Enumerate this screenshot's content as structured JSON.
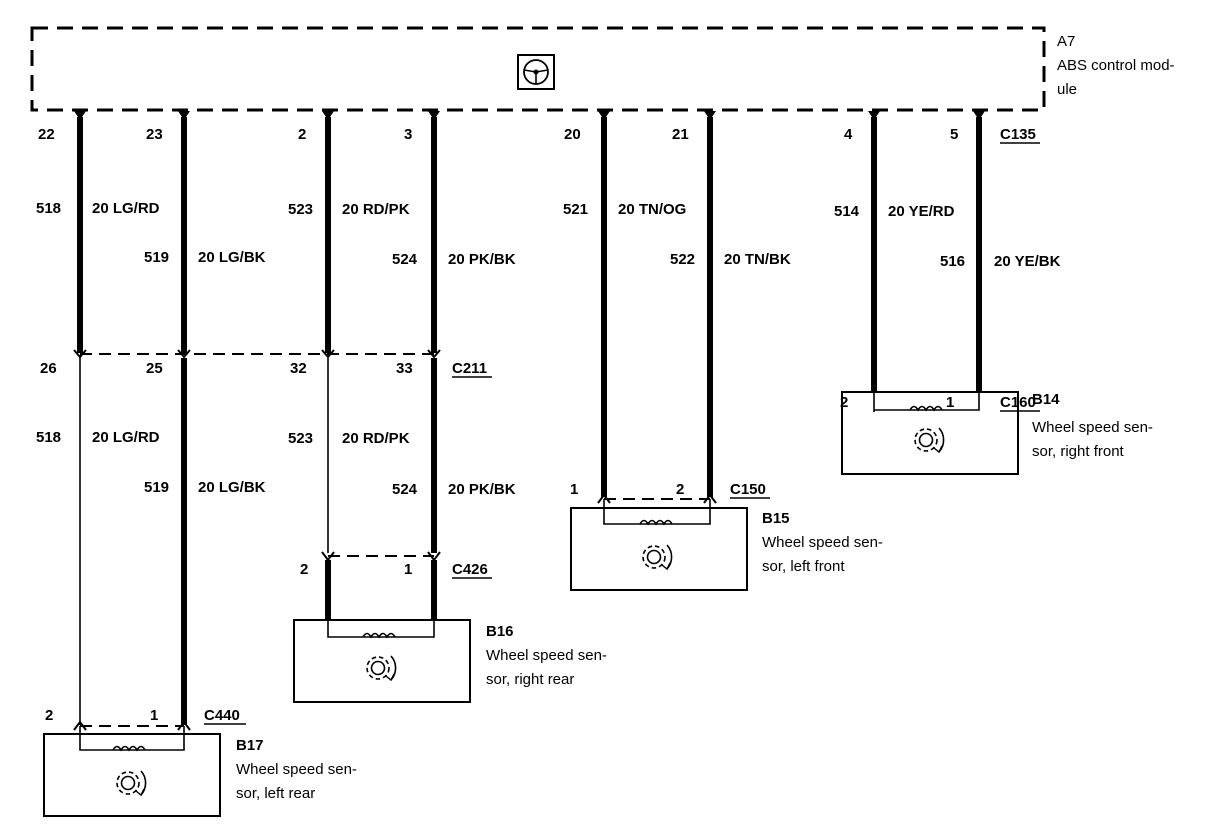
{
  "module": {
    "id": "A7",
    "name_line1": "ABS control mod-",
    "name_line2": "ule",
    "icon": "steering-wheel-icon",
    "connector": "C135"
  },
  "sensors": {
    "lr": {
      "id": "B17",
      "line1": "Wheel speed sen-",
      "line2": "sor, left rear",
      "top_pins": [
        "22",
        "23"
      ],
      "circuits": [
        {
          "num": "518",
          "label": "20 LG/RD"
        },
        {
          "num": "519",
          "label": "20 LG/BK"
        }
      ],
      "inline_connector": "",
      "inline_pins": [
        "26",
        "25"
      ],
      "circuits_lower": [
        {
          "num": "518",
          "label": "20 LG/RD"
        },
        {
          "num": "519",
          "label": "20 LG/BK"
        }
      ],
      "sensor_connector": "C440",
      "sensor_pins": [
        "2",
        "1"
      ]
    },
    "rr": {
      "id": "B16",
      "line1": "Wheel speed sen-",
      "line2": "sor, right rear",
      "top_pins": [
        "2",
        "3"
      ],
      "circuits": [
        {
          "num": "523",
          "label": "20 RD/PK"
        },
        {
          "num": "524",
          "label": "20 PK/BK"
        }
      ],
      "inline_connector": "C211",
      "inline_pins": [
        "32",
        "33"
      ],
      "circuits_lower": [
        {
          "num": "523",
          "label": "20 RD/PK"
        },
        {
          "num": "524",
          "label": "20 PK/BK"
        }
      ],
      "sensor_connector": "C426",
      "sensor_pins": [
        "2",
        "1"
      ]
    },
    "lf": {
      "id": "B15",
      "line1": "Wheel speed sen-",
      "line2": "sor, left front",
      "top_pins": [
        "20",
        "21"
      ],
      "circuits": [
        {
          "num": "521",
          "label": "20 TN/OG"
        },
        {
          "num": "522",
          "label": "20 TN/BK"
        }
      ],
      "sensor_connector": "C150",
      "sensor_pins": [
        "1",
        "2"
      ]
    },
    "rf": {
      "id": "B14",
      "line1": "Wheel speed sen-",
      "line2": "sor, right front",
      "top_pins": [
        "4",
        "5"
      ],
      "circuits": [
        {
          "num": "514",
          "label": "20 YE/RD"
        },
        {
          "num": "516",
          "label": "20 YE/BK"
        }
      ],
      "sensor_connector": "C160",
      "sensor_pins": [
        "2",
        "1"
      ]
    }
  },
  "icons": {
    "sensor": "gear-sensor-icon",
    "coil": "coil-icon"
  }
}
